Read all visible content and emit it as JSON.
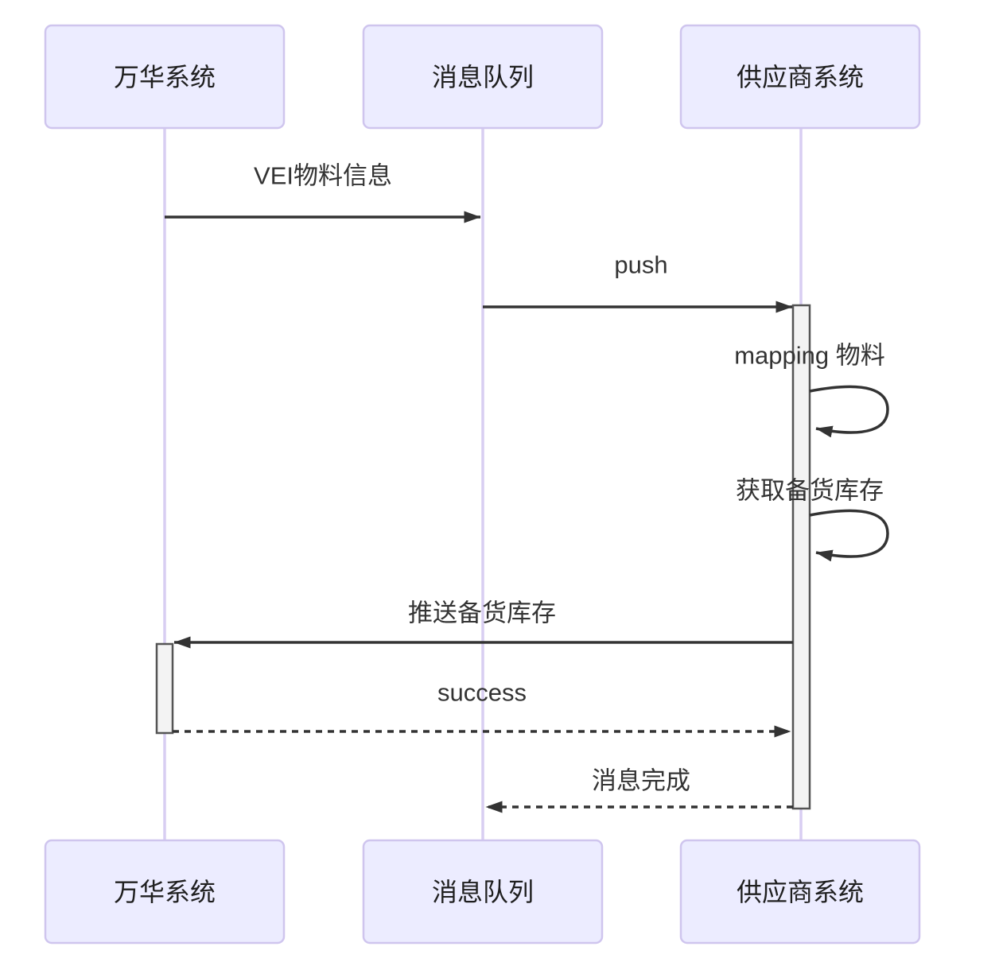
{
  "diagram": {
    "type": "sequence-diagram",
    "actors": [
      {
        "id": "wanhua",
        "label": "万华系统"
      },
      {
        "id": "queue",
        "label": "消息队列"
      },
      {
        "id": "supplier",
        "label": "供应商系统"
      }
    ],
    "messages": [
      {
        "label": "VEI物料信息",
        "from": "万华系统",
        "to": "消息队列",
        "line": "solid"
      },
      {
        "label": "push",
        "from": "消息队列",
        "to": "供应商系统",
        "line": "solid"
      },
      {
        "label": "mapping 物料",
        "from": "供应商系统",
        "to": "供应商系统",
        "line": "self-loop"
      },
      {
        "label": "获取备货库存",
        "from": "供应商系统",
        "to": "供应商系统",
        "line": "self-loop"
      },
      {
        "label": "推送备货库存",
        "from": "供应商系统",
        "to": "万华系统",
        "line": "solid"
      },
      {
        "label": "success",
        "from": "万华系统",
        "to": "供应商系统",
        "line": "dashed"
      },
      {
        "label": "消息完成",
        "from": "供应商系统",
        "to": "消息队列",
        "line": "dashed"
      }
    ],
    "activations": [
      {
        "actor": "供应商系统",
        "starts_at": "push",
        "ends_at": "消息完成"
      },
      {
        "actor": "万华系统",
        "starts_at": "推送备货库存",
        "ends_at": "success"
      }
    ],
    "colors": {
      "background": "#ffffff",
      "actor_fill": "#ECECFF",
      "actor_border": "#CFC5EE",
      "actor_text": "#1f1f1f",
      "lifeline": "#D8CEF2",
      "arrow": "#333333",
      "message_text": "#333333",
      "activation_fill": "#F3F3F3",
      "activation_border": "#555555"
    }
  }
}
